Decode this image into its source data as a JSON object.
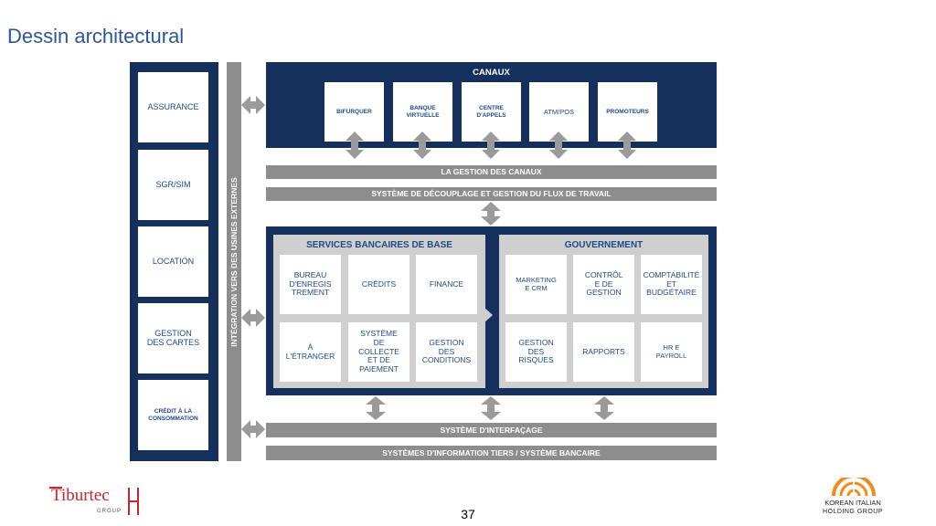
{
  "slide": {
    "title": "Dessin architectural",
    "page_number": "37"
  },
  "left_column": {
    "items": [
      "ASSURANCE",
      "SGR/SIM",
      "LOCATION",
      "GESTION DES CARTES",
      "CRÉDIT À LA CONSOMMATION"
    ]
  },
  "integration_bar": {
    "label": "INTÉGRATION VERS DES USINES EXTERNES"
  },
  "channels": {
    "title": "CANAUX",
    "items": [
      "BIFURQUER",
      "BANQUE VIRTUELLE",
      "CENTRE D'APPELS",
      "ATM/POS",
      "PROMOTEURS"
    ]
  },
  "bars": {
    "channel_management": "LA GESTION DES CANAUX",
    "decoupling": "SYSTÈME DE DÉCOUPLAGE ET GESTION DU FLUX DE TRAVAIL",
    "interfacing": "SYSTÈME D'INTERFAÇAGE",
    "third_party": "SYSTÈMES D'INFORMATION TIERS / SYSTÈME BANCAIRE"
  },
  "core_banking": {
    "title": "SERVICES BANCAIRES DE BASE",
    "items": [
      "BUREAU D'ENREGIS TREMENT",
      "CRÉDITS",
      "FINANCE",
      "À L'ÉTRANGER",
      "SYSTÈME DE COLLECTE ET DE PAIEMENT",
      "GESTION DES CONDITIONS"
    ]
  },
  "governance": {
    "title": "GOUVERNEMENT",
    "items": [
      "MARKETING E CRM",
      "CONTRÔL E DE GESTION",
      "COMPTABILITÉ ET BUDGÉTAIRE",
      "GESTION DES RISQUES",
      "RAPPORTS",
      "HR E PAYROLL"
    ]
  },
  "logos": {
    "left": {
      "name": "Tiburtec",
      "suffix": "H",
      "sub": "GROUP"
    },
    "right": {
      "line1": "KOREAN ITALIAN",
      "line2": "HOLDING GROUP"
    }
  },
  "colors": {
    "navy": "#16305e",
    "grey": "#8d8d8d",
    "light_grey": "#cfcfcf",
    "text_blue": "#1f4a86",
    "title_blue": "#2e5597",
    "logo_red": "#c7272d",
    "logo_orange": "#f08c1e"
  }
}
